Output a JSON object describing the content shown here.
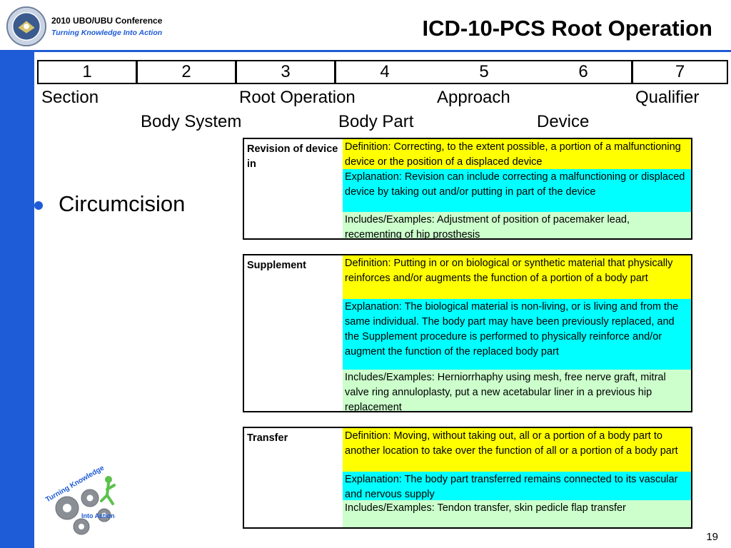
{
  "header": {
    "conference_title": "2010 UBO/UBU Conference",
    "conference_subtitle": "Turning Knowledge Into Action",
    "slide_title": "ICD-10-PCS Root Operation"
  },
  "digits": [
    "1",
    "2",
    "3",
    "4",
    "5",
    "6",
    "7"
  ],
  "characters": {
    "row1": [
      "Section",
      "Root Operation",
      "Approach",
      "Qualifier"
    ],
    "row2": [
      "Body System",
      "Body Part",
      "Device"
    ]
  },
  "bullet": "Circumcision",
  "operations": [
    {
      "name": "Revision of device in",
      "definition": "Definition: Correcting, to the extent possible, a portion of a malfunctioning device or the position of a displaced device",
      "explanation": "Explanation: Revision can include correcting a malfunctioning or displaced device by taking out and/or putting in part of the device",
      "examples": "Includes/Examples: Adjustment of position of pacemaker lead, recementing of hip prosthesis"
    },
    {
      "name": "Supplement",
      "definition": "Definition: Putting in or on biological or synthetic material that physically reinforces and/or augments the function of a portion of a body part",
      "explanation": "Explanation: The biological material is non-living, or is living and from the same individual. The body part may have been previously replaced, and the Supplement procedure is performed to physically reinforce and/or augment the function of the replaced body part",
      "examples": "Includes/Examples: Herniorrhaphy using mesh, free nerve graft, mitral valve ring annuloplasty, put a new acetabular liner in a previous hip replacement"
    },
    {
      "name": "Transfer",
      "definition": "Definition: Moving, without taking out, all or a portion of a body part to another location to take over the function of all or a portion of a body part",
      "explanation": "Explanation: The body part transferred remains connected to its vascular and nervous supply",
      "examples": "Includes/Examples: Tendon transfer, skin pedicle flap transfer"
    }
  ],
  "logo": {
    "line1": "Turning Knowledge",
    "line2": "Into Action"
  },
  "page_number": "19",
  "colors": {
    "accent": "#1e5bd6",
    "definition": "#ffff00",
    "explanation": "#00ffff",
    "examples": "#ccffcc"
  }
}
